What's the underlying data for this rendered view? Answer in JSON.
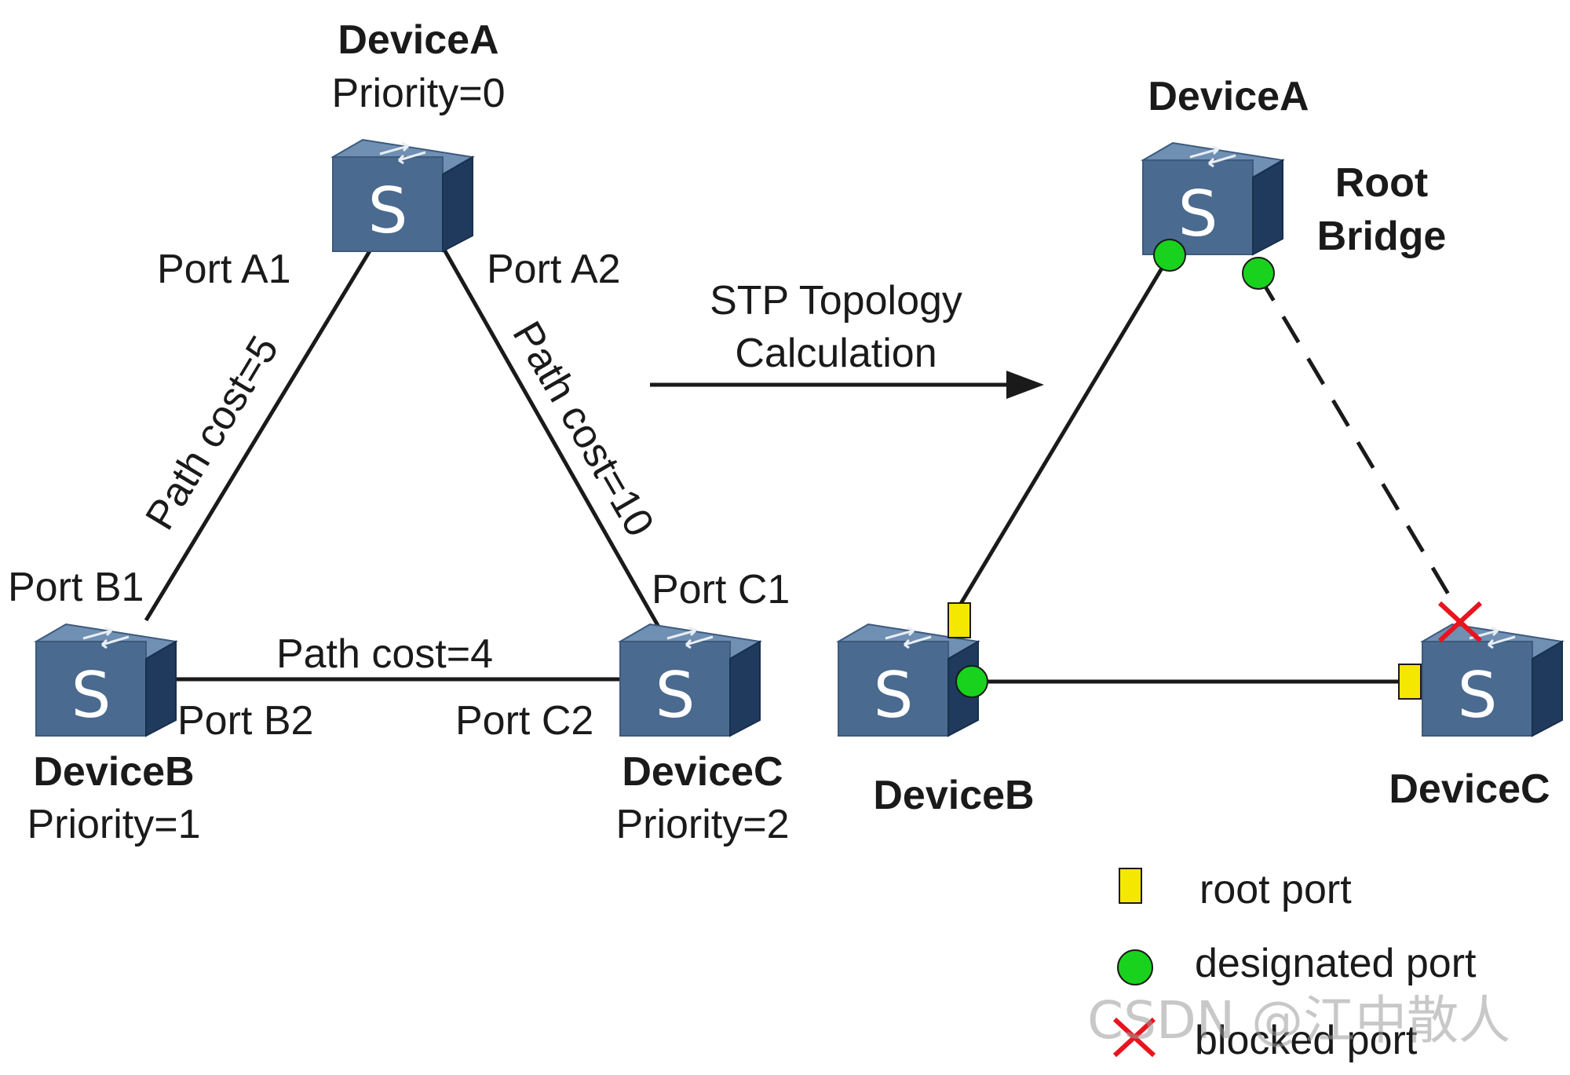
{
  "left_topology": {
    "device_a": {
      "name": "DeviceA",
      "priority": "Priority=0",
      "port_1": "Port A1",
      "port_2": "Port A2"
    },
    "device_b": {
      "name": "DeviceB",
      "priority": "Priority=1",
      "port_1": "Port B1",
      "port_2": "Port B2"
    },
    "device_c": {
      "name": "DeviceC",
      "priority": "Priority=2",
      "port_1": "Port C1",
      "port_2": "Port C2"
    },
    "links": {
      "a_b": "Path cost=5",
      "a_c": "Path cost=10",
      "b_c": "Path cost=4"
    }
  },
  "arrow": {
    "line_1": "STP Topology",
    "line_2": "Calculation"
  },
  "right_topology": {
    "device_a": "DeviceA",
    "root_bridge_line_1": "Root",
    "root_bridge_line_2": "Bridge",
    "device_b": "DeviceB",
    "device_c": "DeviceC"
  },
  "legend": {
    "root_port": "root port",
    "designated_port": "designated port",
    "blocked_port": "blocked port"
  },
  "watermark": "CSDN @江中散人",
  "colors": {
    "switch_front": "#4a6a8f",
    "switch_top": "#6f8fb3",
    "switch_side": "#1f3a5c",
    "root_port": "#f5e800",
    "designated_port": "#19d21e",
    "blocked_port": "#e8141e"
  }
}
